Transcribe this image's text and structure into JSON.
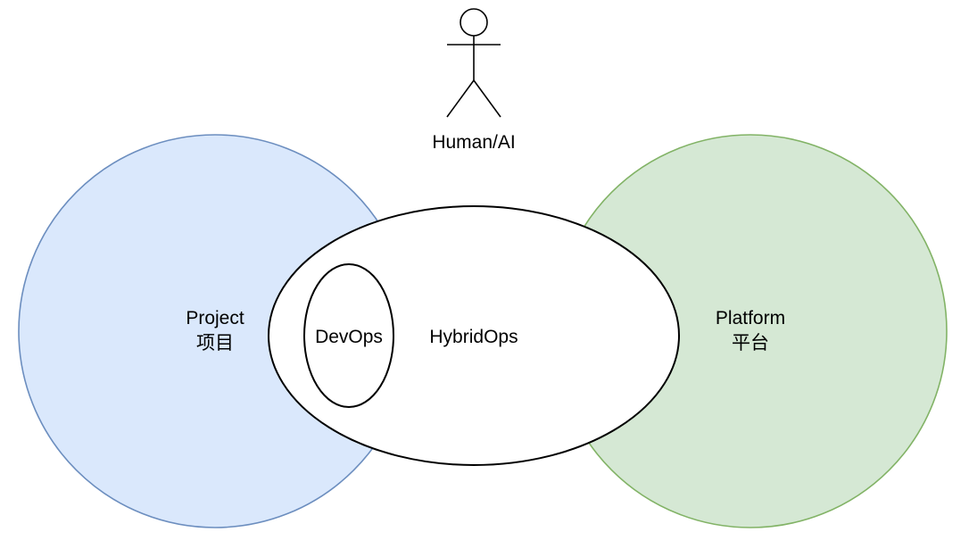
{
  "actor": {
    "label": "Human/AI"
  },
  "project": {
    "label_en": "Project",
    "label_zh": "项目",
    "fill": "#dae8fc",
    "stroke": "#6c8ebf"
  },
  "platform": {
    "label_en": "Platform",
    "label_zh": "平台",
    "fill": "#d5e8d4",
    "stroke": "#82b366"
  },
  "hybridops": {
    "label": "HybridOps",
    "fill": "#ffffff",
    "stroke": "#000000"
  },
  "devops": {
    "label": "DevOps",
    "fill": "#ffffff",
    "stroke": "#000000"
  }
}
